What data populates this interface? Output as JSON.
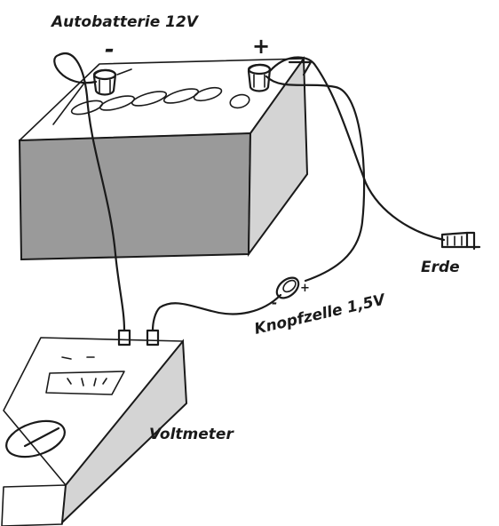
{
  "labels": {
    "battery": "Autobatterie 12V",
    "minus": "-",
    "plus": "+",
    "ground": "Erde",
    "coin_cell": "Knopfzelle 1,5V",
    "coin_cell_plus": "+",
    "coin_cell_minus": "-",
    "voltmeter": "Voltmeter"
  },
  "colors": {
    "ink": "#1a1a1a",
    "battery_front": "#9a9a9a",
    "battery_side": "#d4d4d4",
    "voltmeter_side": "#d4d4d4",
    "paper": "#ffffff"
  }
}
